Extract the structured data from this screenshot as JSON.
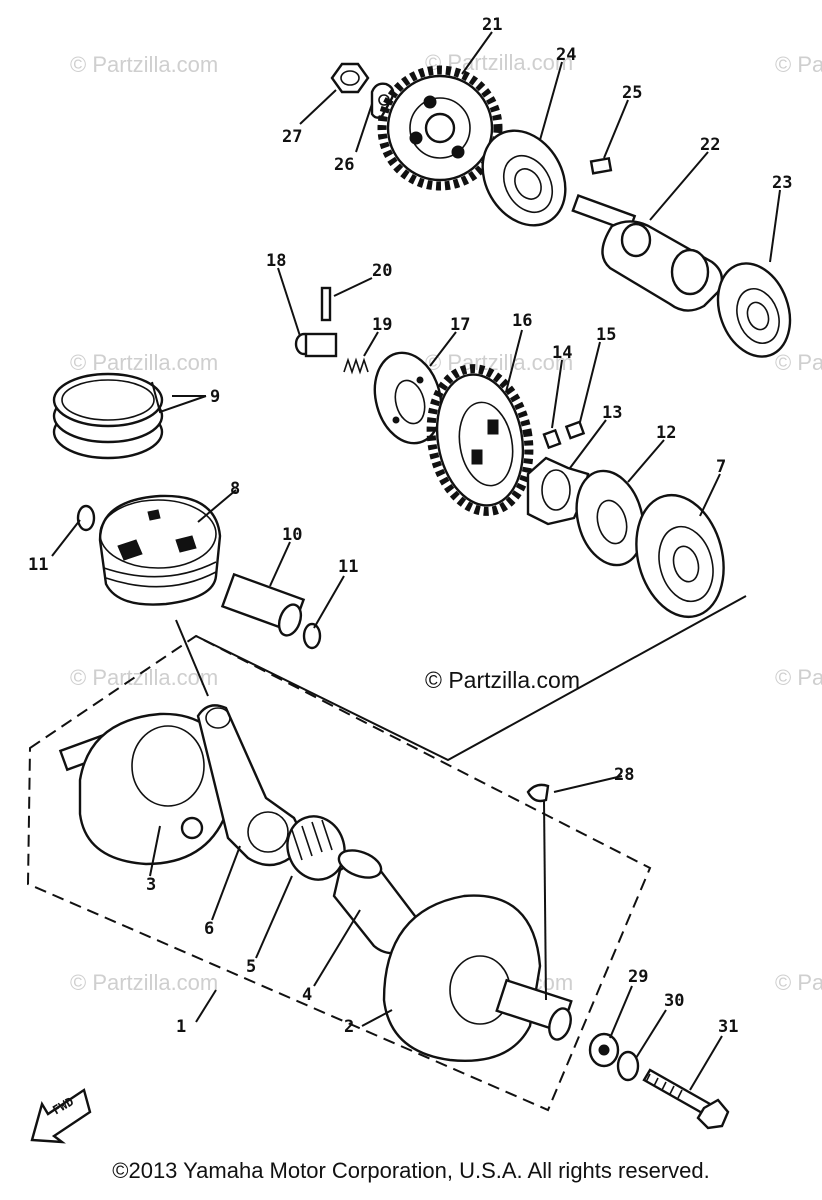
{
  "watermark": "© Partzilla.com",
  "center_watermark": "© Partzilla.com",
  "footer": "©2013 Yamaha Motor Corporation, U.S.A. All rights reserved.",
  "fwd_label": "FWD",
  "callouts": {
    "c1": "1",
    "c2": "2",
    "c3": "3",
    "c4": "4",
    "c5": "5",
    "c6": "6",
    "c7": "7",
    "c8": "8",
    "c9": "9",
    "c10": "10",
    "c11a": "11",
    "c11b": "11",
    "c12": "12",
    "c13": "13",
    "c14": "14",
    "c15": "15",
    "c16": "16",
    "c17": "17",
    "c18": "18",
    "c19": "19",
    "c20": "20",
    "c21": "21",
    "c22": "22",
    "c23": "23",
    "c24": "24",
    "c25": "25",
    "c26": "26",
    "c27": "27",
    "c28": "28",
    "c29": "29",
    "c30": "30",
    "c31": "31"
  }
}
